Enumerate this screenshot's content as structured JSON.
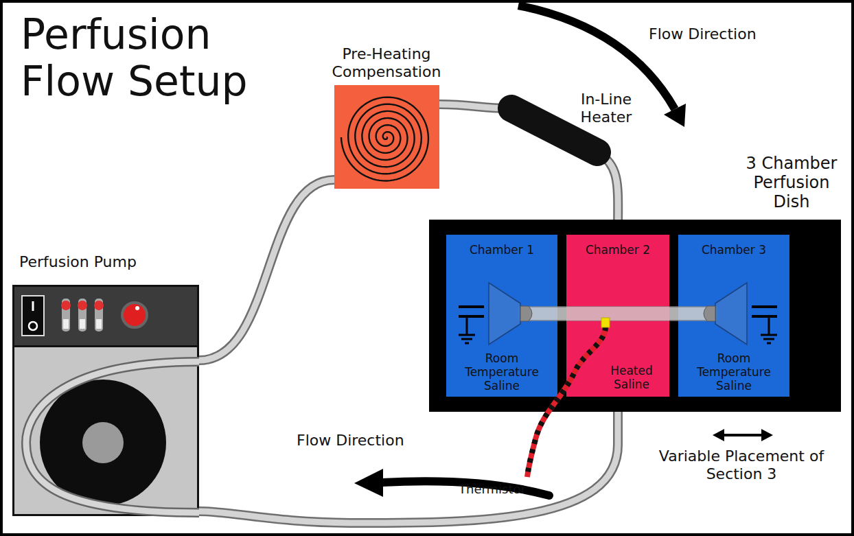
{
  "diagram": {
    "title": "Perfusion Flow Setup",
    "nodes": [
      {
        "text": [
          "Perfusion Pump"
        ]
      },
      {
        "text": [
          "Pre-Heating Compensation"
        ]
      },
      {
        "text": [
          "In-Line Heater"
        ]
      },
      {
        "text": [
          "3 Chamber Perfusion Dish"
        ]
      },
      {
        "text": [
          "Chamber 1",
          "Room Temperature Saline"
        ],
        "in": 3
      },
      {
        "text": [
          "Chamber 2",
          "Heated Saline"
        ],
        "in": 3
      },
      {
        "text": [
          "Chamber 3",
          "Room Temperature Saline"
        ],
        "in": 3
      }
    ],
    "edges": [
      {
        "from": 0,
        "to": 1,
        "arrow": "none"
      },
      {
        "from": 1,
        "to": 2,
        "arrow": "none"
      },
      {
        "from": 2,
        "to": 5,
        "arrow": "none"
      },
      {
        "from": 5,
        "to": 0,
        "arrow": "none"
      }
    ],
    "labels": [
      "Flow Direction",
      "Flow Direction",
      "Thermistor",
      "Variable Placement of Section 3"
    ]
  }
}
